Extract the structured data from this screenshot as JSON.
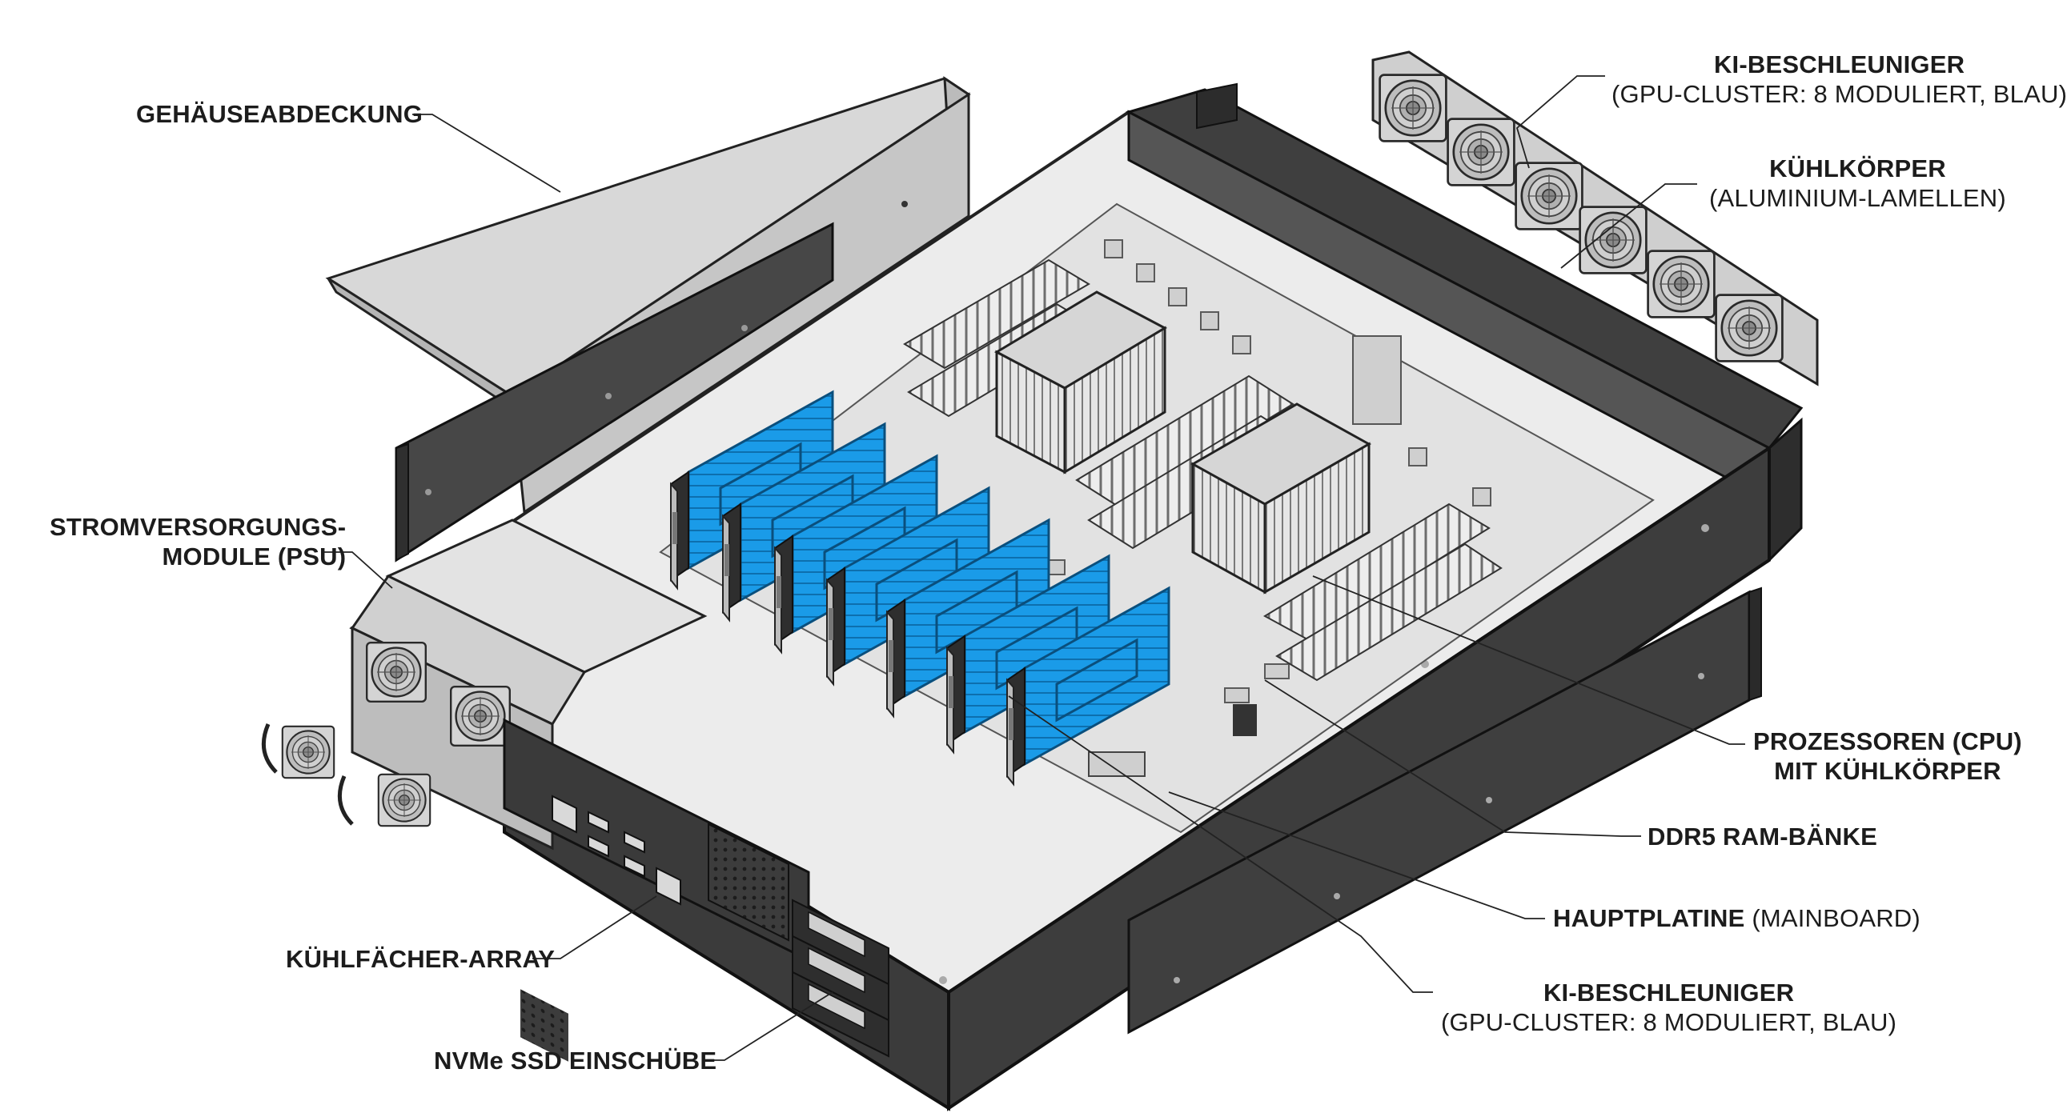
{
  "colors": {
    "accent_gpu": "#1a9be8",
    "chassis_dark": "#3a3a3a",
    "panel_grey": "#d9d9d9",
    "line": "#222222"
  },
  "labels": {
    "case_cover": "GEHÄUSEABDECKUNG",
    "psu_line1": "STROMVERSORGUNGS-",
    "psu_line2": "MODULE (PSU)",
    "fan_array": "KÜHLFÄCHER-ARRAY",
    "nvme": "NVMe SSD EINSCHÜBE",
    "accel_top_line1": "KI-BESCHLEUNIGER",
    "accel_top_line2": "(GPU-CLUSTER: 8 MODULIERT, BLAU)",
    "heatsink_line1": "KÜHLKÖRPER",
    "heatsink_line2": "(ALUMINIUM-LAMELLEN)",
    "cpu_line1": "PROZESSOREN (CPU)",
    "cpu_line2": "MIT KÜHLKÖRPER",
    "ram": "DDR5 RAM-BÄNKE",
    "mainboard_bold": "HAUPTPLATINE",
    "mainboard_rest": " (MAINBOARD)",
    "accel_bottom_line1": "KI-BESCHLEUNIGER",
    "accel_bottom_line2": "(GPU-CLUSTER: 8 MODULIERT, BLAU)"
  },
  "icons": [
    "fan-icon",
    "ethernet-port-icon",
    "usb-port-icon",
    "gpu-card-icon",
    "heatsink-icon",
    "ram-stick-icon"
  ]
}
